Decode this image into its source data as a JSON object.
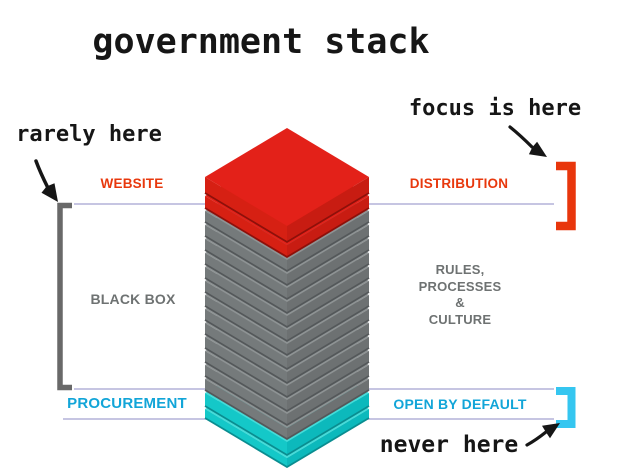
{
  "title": "government stack",
  "annotations": {
    "rarely": "rarely here",
    "focus": "focus is here",
    "never": "never here"
  },
  "labels": {
    "website": "WEBSITE",
    "distribution": "DISTRIBUTION",
    "black_box": "BLACK BOX",
    "rules": "RULES,\nPROCESSES\n&\nCULTURE",
    "procurement": "PROCUREMENT",
    "open_by_default": "OPEN BY DEFAULT"
  },
  "stack": {
    "layers": [
      {
        "name": "website-distribution",
        "color": "red",
        "plates": 2
      },
      {
        "name": "rules-processes-culture",
        "color": "gray",
        "plates": 13
      },
      {
        "name": "procurement-open-by-default",
        "color": "cyan",
        "plates": 2
      }
    ]
  },
  "colors": {
    "ink": "#161616",
    "line": "#b3b2d9",
    "label-red": "#e8380d",
    "label-gray": "#6e7272",
    "label-cyan": "#12a5d8",
    "bracket-gray": "#696969",
    "bracket-red": "#e8360c",
    "bracket-cyan": "#35c6f0",
    "red-top": "#e32119",
    "red-left": "#d62013",
    "red-right": "#c81c12",
    "red-edge": "#8e100a",
    "gray-top": "#8e9394",
    "gray-left": "#757a7b",
    "gray-right": "#6d7172",
    "gray-edge": "#54585a",
    "cyan-top": "#45dbd8",
    "cyan-left": "#14c8c8",
    "cyan-right": "#0cb9bc",
    "cyan-edge": "#0a8d90"
  }
}
